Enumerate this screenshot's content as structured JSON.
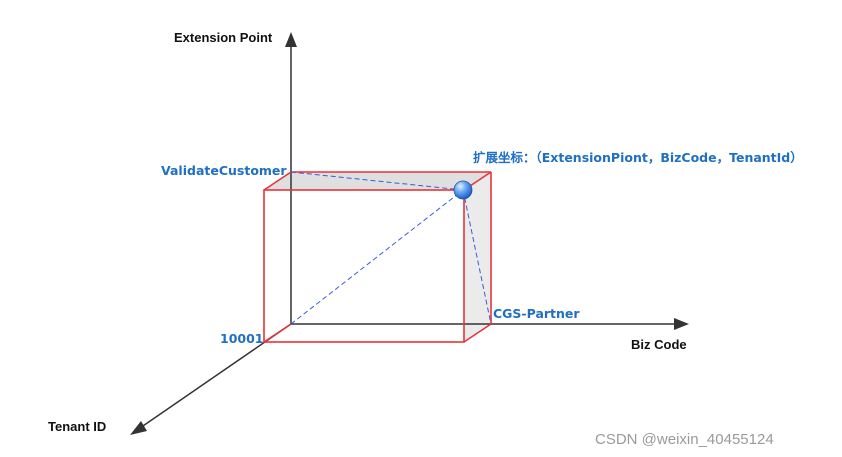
{
  "axes": {
    "y_label": "Extension Point",
    "x_label": "Biz Code",
    "z_label": "Tenant ID"
  },
  "points": {
    "extension_point_value": "ValidateCustomer",
    "biz_code_value": "CGS-Partner",
    "tenant_value": "10001",
    "coordinate_annotation": "扩展坐标：（ExtensionPiont，BizCode，TenantId）"
  },
  "watermark": "CSDN @weixin_40455124",
  "colors": {
    "axis": "#333333",
    "box_edge": "#e8343a",
    "box_fill": "#d9d9d9",
    "dashed": "#3a5bd6",
    "label_blue": "#1f6fc4"
  }
}
